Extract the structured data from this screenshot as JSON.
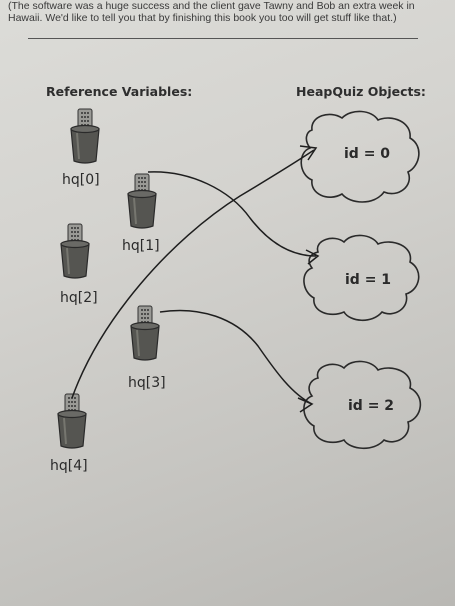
{
  "caption": "(The software was a huge success and the client gave Tawny and Bob an extra week in Hawaii. We'd like to tell you that by finishing this book you too will get stuff like that.)",
  "headings": {
    "reference_variables": "Reference Variables:",
    "heap_objects": "HeapQuiz Objects:"
  },
  "references": [
    {
      "label": "hq[0]"
    },
    {
      "label": "hq[1]"
    },
    {
      "label": "hq[2]"
    },
    {
      "label": "hq[3]"
    },
    {
      "label": "hq[4]"
    }
  ],
  "objects": [
    {
      "label": "id = 0"
    },
    {
      "label": "id = 1"
    },
    {
      "label": "id = 2"
    }
  ],
  "colors": {
    "ink": "#2a2a2a",
    "cup": "#5a5a56",
    "remote": "#8a8a86"
  }
}
